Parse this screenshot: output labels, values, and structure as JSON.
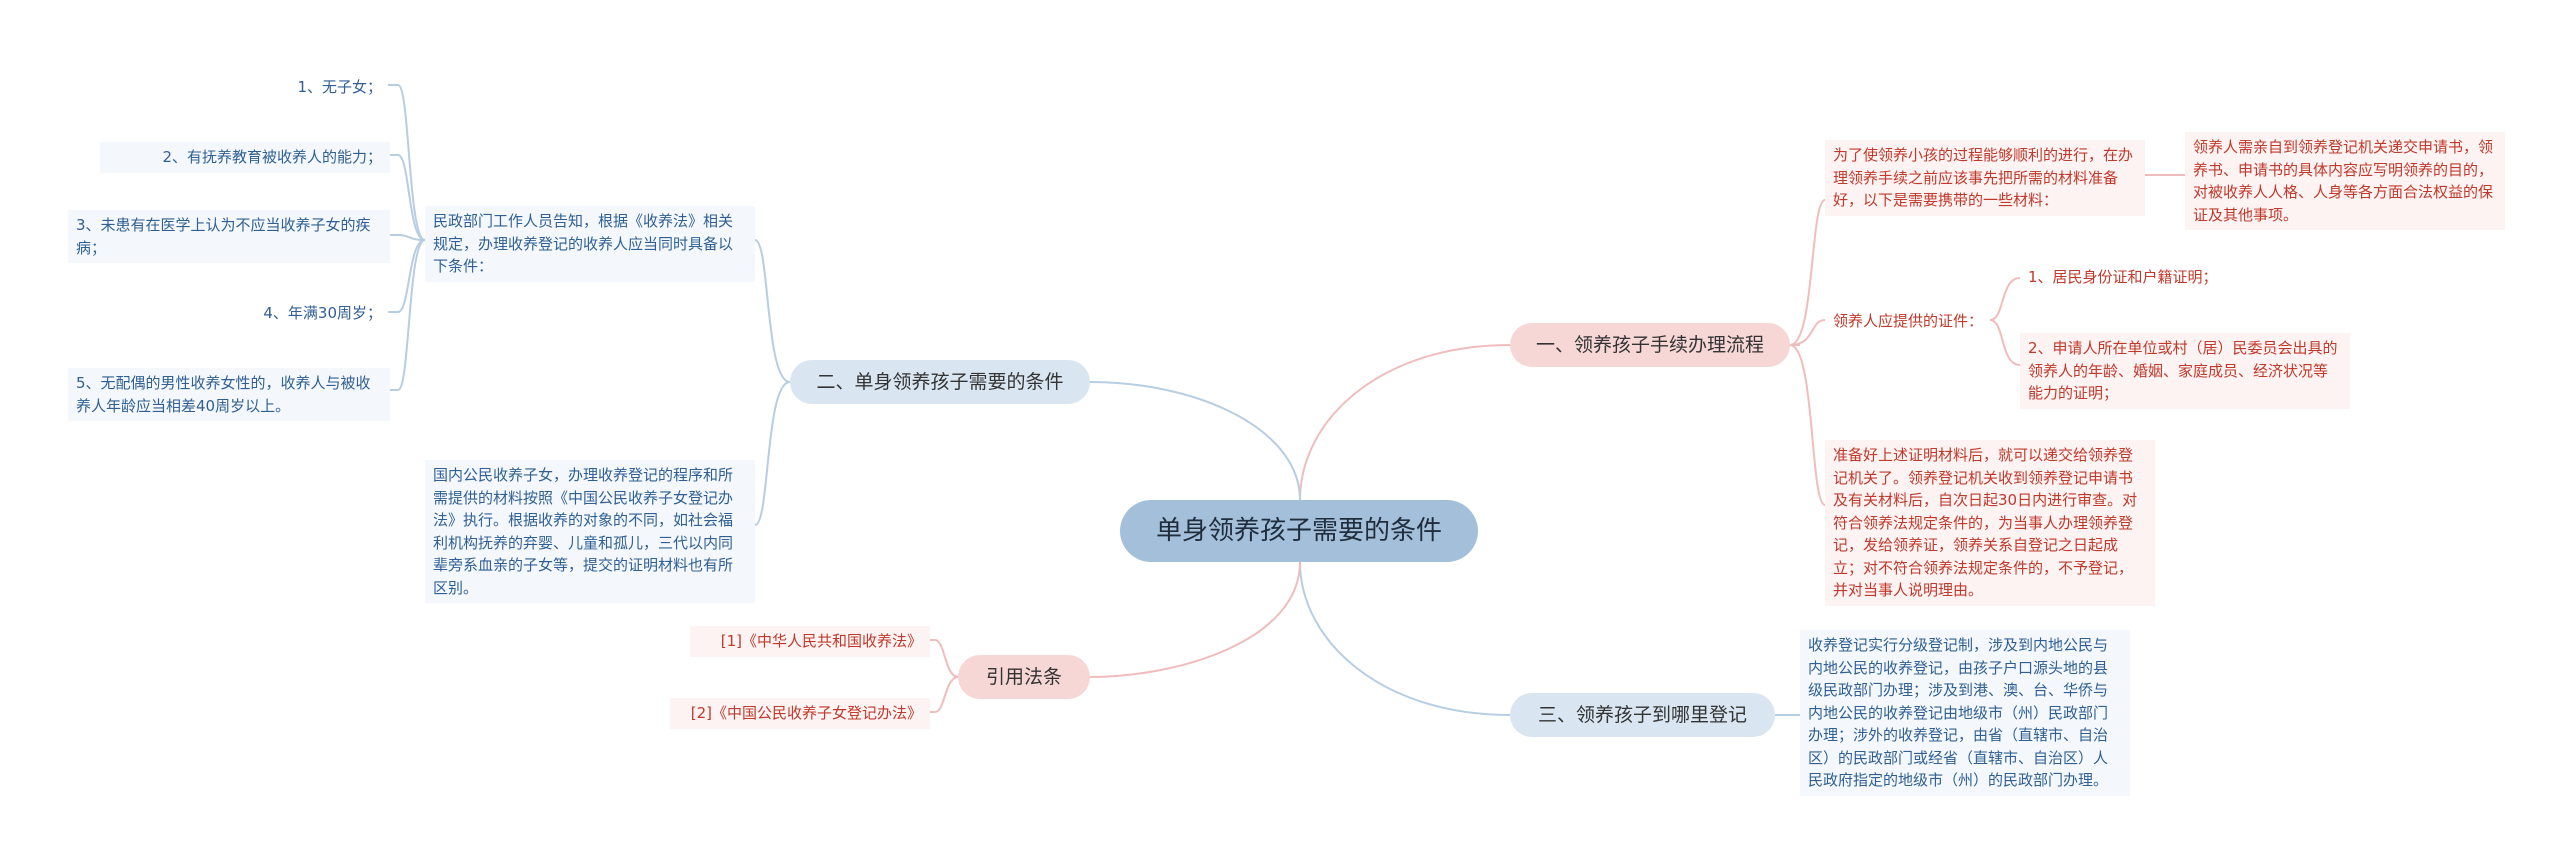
{
  "root": {
    "title": "单身领养孩子需要的条件"
  },
  "branches": {
    "b1": {
      "title": "一、领养孩子手续办理流程",
      "intro": "为了使领养小孩的过程能够顺利的进行，在办理领养手续之前应该事先把所需的材料准备好，以下是需要携带的一些材料：",
      "intro_detail": "领养人需亲自到领养登记机关递交申请书，领养书、申请书的具体内容应写明领养的目的，对被收养人人格、人身等各方面合法权益的保证及其他事项。",
      "certs_label": "领养人应提供的证件：",
      "cert_items": [
        "1、居民身份证和户籍证明；",
        "2、申请人所在单位或村（居）民委员会出具的领养人的年龄、婚姻、家庭成员、经济状况等能力的证明；"
      ],
      "process": "准备好上述证明材料后，就可以递交给领养登记机关了。领养登记机关收到领养登记申请书及有关材料后，自次日起30日内进行审查。对符合领养法规定条件的，为当事人办理领养登记，发给领养证，领养关系自登记之日起成立；对不符合领养法规定条件的，不予登记，并对当事人说明理由。"
    },
    "b2": {
      "title": "二、单身领养孩子需要的条件",
      "rule": "民政部门工作人员告知，根据《收养法》相关规定，办理收养登记的收养人应当同时具备以下条件：",
      "conditions": [
        "1、无子女；",
        "2、有抚养教育被收养人的能力；",
        "3、未患有在医学上认为不应当收养子女的疾病；",
        "4、年满30周岁；",
        "5、无配偶的男性收养女性的，收养人与被收养人年龄应当相差40周岁以上。"
      ],
      "domestic": "国内公民收养子女，办理收养登记的程序和所需提供的材料按照《中国公民收养子女登记办法》执行。根据收养的对象的不同，如社会福利机构抚养的弃婴、儿童和孤儿，三代以内同辈旁系血亲的子女等，提交的证明材料也有所区别。"
    },
    "b3": {
      "title": "三、领养孩子到哪里登记",
      "text": "收养登记实行分级登记制，涉及到内地公民与内地公民的收养登记，由孩子户口源头地的县级民政部门办理；涉及到港、澳、台、华侨与内地公民的收养登记由地级市（州）民政部门办理；涉外的收养登记，由省（直辖市、自治区）的民政部门或经省（直辖市、自治区）人民政府指定的地级市（州）的民政部门办理。"
    },
    "b4": {
      "title": "引用法条",
      "refs": [
        "[1]《中华人民共和国收养法》",
        "[2]《中国公民收养子女登记办法》"
      ]
    }
  },
  "colors": {
    "blue_line": "#b7cde2",
    "red_line": "#f0bcbc",
    "blue_text": "#2f5f94",
    "red_text": "#c0392b"
  }
}
